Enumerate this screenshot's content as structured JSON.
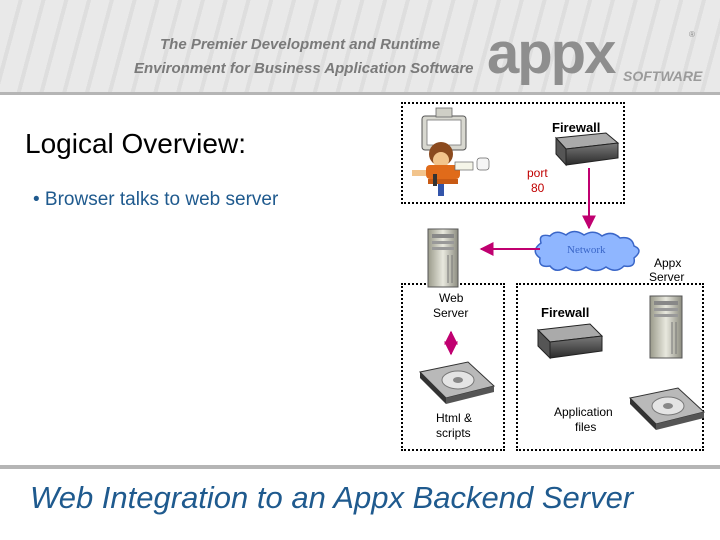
{
  "header": {
    "tagline_line1": "The Premier Development and Runtime",
    "tagline_line2": "Environment for Business Application Software",
    "logo_word": "appx",
    "logo_sub": "SOFTWARE",
    "logo_mark": "®"
  },
  "slide": {
    "heading": "Logical Overview:",
    "bullet": "• Browser talks to web server",
    "footer": "Web Integration to an Appx Backend Server"
  },
  "diagram": {
    "firewall_top": "Firewall",
    "port_line1": "port",
    "port_line2": "80",
    "network": "Network",
    "appx_server_line1": "Appx",
    "appx_server_line2": "Server",
    "web_server_line1": "Web",
    "web_server_line2": "Server",
    "firewall_bottom": "Firewall",
    "html_line1": "Html &",
    "html_line2": "scripts",
    "app_files_line1": "Application",
    "app_files_line2": "files"
  },
  "colors": {
    "accent_blue": "#1f5a8e",
    "port_red": "#c00000",
    "network_blue": "#5b8fe0"
  }
}
